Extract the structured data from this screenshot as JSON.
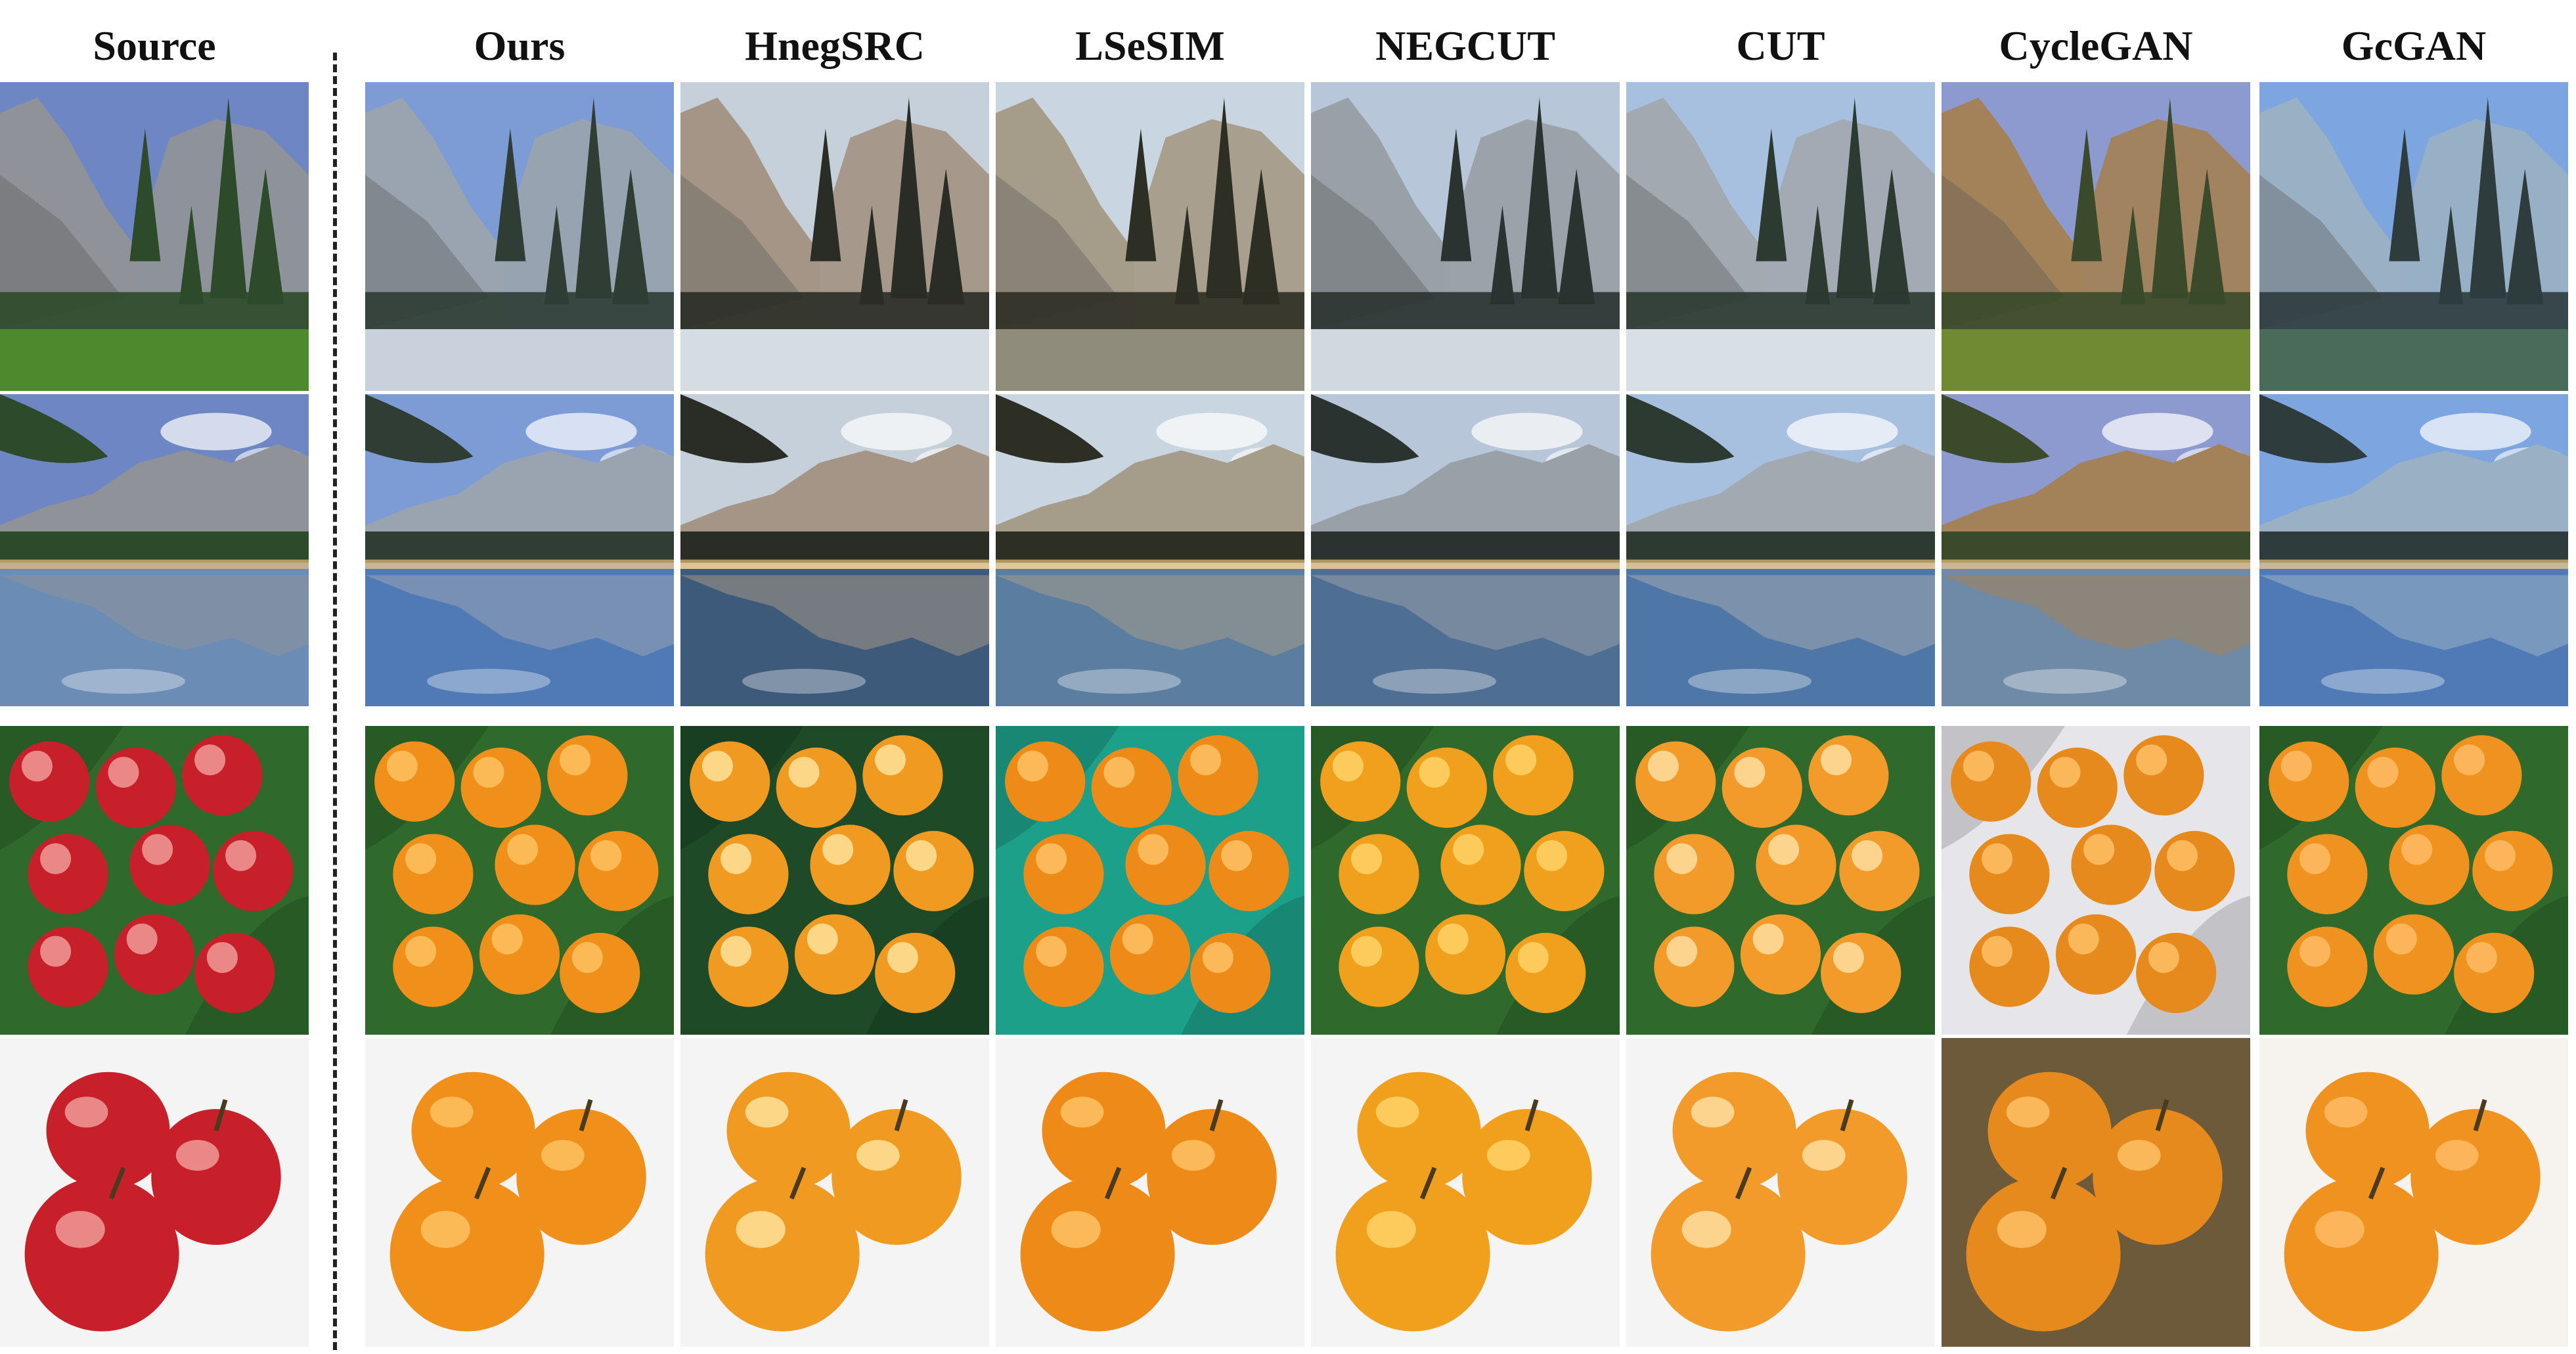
{
  "figure": {
    "columns": [
      "Source",
      "Ours",
      "HnegSRC",
      "LSeSIM",
      "NEGCUT",
      "CUT",
      "CycleGAN",
      "GcGAN"
    ],
    "rows": [
      "mountain-valley",
      "lake-reflection",
      "apples-on-leaves",
      "three-apples"
    ],
    "column_tints": {
      "Source": {
        "sky": "#6f86c4",
        "rock": "#8f9399",
        "tree": "#2d4a2a",
        "ground": "#4d8a2e",
        "water": "#6b8db5",
        "fruit": "#c8202a",
        "fruit_hi": "#f2a3a0",
        "bg_leaf": "#2f6a2c",
        "bg_white": "#f4f4f4"
      },
      "Ours": {
        "sky": "#7d9cd6",
        "rock": "#9aa3b0",
        "tree": "#2f3d35",
        "ground": "#c9d2dc",
        "water": "#4f7ab5",
        "fruit": "#f0901b",
        "fruit_hi": "#ffc465",
        "bg_leaf": "#2f6a2c",
        "bg_white": "#f4f4f4"
      },
      "HnegSRC": {
        "sky": "#c5d0da",
        "rock": "#a49586",
        "tree": "#2a2c26",
        "ground": "#d5dde3",
        "water": "#3e5a7a",
        "fruit": "#f09a22",
        "fruit_hi": "#ffe6a2",
        "bg_leaf": "#1e4a28",
        "bg_white": "#f4f4f4"
      },
      "LSeSIM": {
        "sky": "#c9d5e0",
        "rock": "#a69c8a",
        "tree": "#2d2e24",
        "ground": "#8f8c7c",
        "water": "#5a7da0",
        "fruit": "#ee8a17",
        "fruit_hi": "#ffc46a",
        "bg_leaf": "#1da08a",
        "bg_white": "#f4f4f4"
      },
      "NEGCUT": {
        "sky": "#b7c6d8",
        "rock": "#99a0a8",
        "tree": "#2a3330",
        "ground": "#d0d8e0",
        "water": "#4f6e93",
        "fruit": "#f0a01d",
        "fruit_hi": "#ffd66c",
        "bg_leaf": "#2f6a2c",
        "bg_white": "#f4f4f4"
      },
      "CUT": {
        "sky": "#a8c0e0",
        "rock": "#a2a9b1",
        "tree": "#2c3a32",
        "ground": "#d8e0e6",
        "water": "#4e76a6",
        "fruit": "#f29a2a",
        "fruit_hi": "#ffe2a8",
        "bg_leaf": "#2f6a2c",
        "bg_white": "#f4f4f4"
      },
      "CycleGAN": {
        "sky": "#8d9ad0",
        "rock": "#a38259",
        "tree": "#3a4a2a",
        "ground": "#6f8a33",
        "water": "#6f8aa6",
        "fruit": "#e68a1d",
        "fruit_hi": "#ffc36a",
        "bg_leaf": "#e6e6ea",
        "bg_white": "#6d5a3a"
      },
      "GcGAN": {
        "sky": "#7da5df",
        "rock": "#9ab0c4",
        "tree": "#2e3c3e",
        "ground": "#4a6a5a",
        "water": "#4f7ab5",
        "fruit": "#f0921f",
        "fruit_hi": "#ffbe6a",
        "bg_leaf": "#2f6a2c",
        "bg_white": "#f6f2ee"
      }
    }
  }
}
